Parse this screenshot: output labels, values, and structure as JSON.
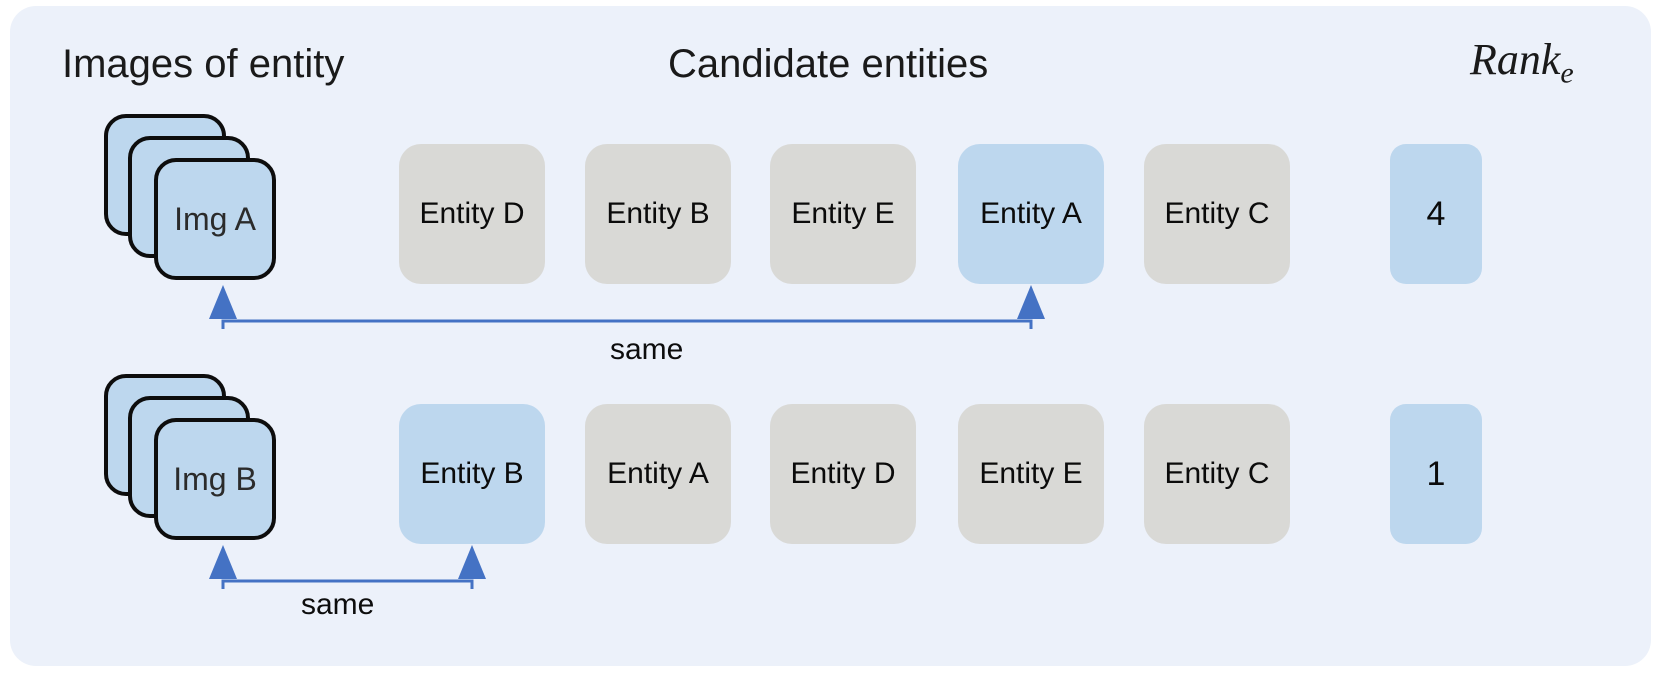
{
  "figure": {
    "background": "#ecf1fa",
    "accent_blue": "#bdd7ee",
    "neutral_gray": "#d9d9d6",
    "arrow_blue": "#4472c4"
  },
  "headers": {
    "images": "Images of entity",
    "candidates": "Candidate entities",
    "rank": "Rank",
    "rank_subscript": "e"
  },
  "rows": [
    {
      "image_stack_label": "Img A",
      "candidates": [
        {
          "label": "Entity D",
          "selected": false
        },
        {
          "label": "Entity B",
          "selected": false
        },
        {
          "label": "Entity E",
          "selected": false
        },
        {
          "label": "Entity A",
          "selected": true
        },
        {
          "label": "Entity C",
          "selected": false
        }
      ],
      "rank": "4",
      "connector_label": "same"
    },
    {
      "image_stack_label": "Img B",
      "candidates": [
        {
          "label": "Entity B",
          "selected": true
        },
        {
          "label": "Entity A",
          "selected": false
        },
        {
          "label": "Entity D",
          "selected": false
        },
        {
          "label": "Entity E",
          "selected": false
        },
        {
          "label": "Entity C",
          "selected": false
        }
      ],
      "rank": "1",
      "connector_label": "same"
    }
  ]
}
